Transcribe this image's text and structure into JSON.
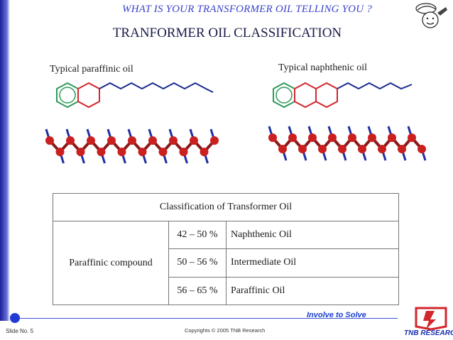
{
  "header": {
    "title": "WHAT IS YOUR TRANSFORMER OIL TELLING YOU ?"
  },
  "main_title": "TRANFORMER OIL CLASSIFICATION",
  "molecules": {
    "paraffinic_label": "Typical paraffinic oil",
    "naphthenic_label": "Typical naphthenic oil"
  },
  "table": {
    "header": "Classification of Transformer Oil",
    "parameter": "Paraffinic compound",
    "rows": [
      {
        "range": "42 – 50 %",
        "type": "Naphthenic Oil"
      },
      {
        "range": "50 – 56 %",
        "type": "Intermediate Oil"
      },
      {
        "range": "56 – 65 %",
        "type": "Paraffinic Oil"
      }
    ]
  },
  "footer": {
    "tagline": "Involve to Solve",
    "slide_no": "Slide No. 5",
    "copyright": "Copyrights © 2005 TNB Research",
    "brand": "TNB RESEARCH"
  },
  "colors": {
    "accent_blue": "#3a43c9",
    "green_ring": "#2e9a5a",
    "red_ring": "#d3262c",
    "chain_blue": "#1b2a8f"
  }
}
